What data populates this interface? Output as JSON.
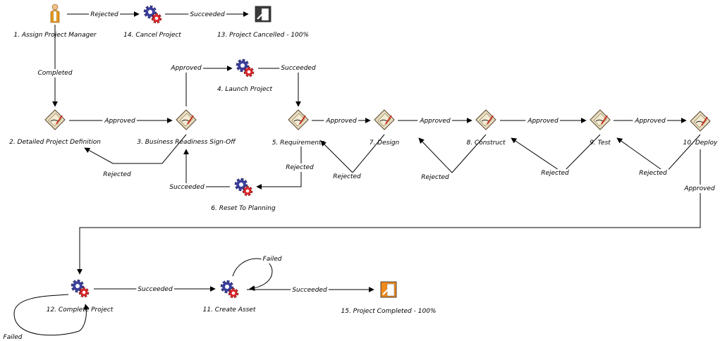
{
  "nodes": [
    {
      "id": "n1",
      "label": "1. Assign Project Manager",
      "icon": "user-icon"
    },
    {
      "id": "n14",
      "label": "14. Cancel Project",
      "icon": "gears-icon"
    },
    {
      "id": "n13",
      "label": "13. Project Cancelled - 100%",
      "icon": "exit-icon"
    },
    {
      "id": "n2",
      "label": "2. Detailed Project Definition",
      "icon": "approval-form-icon"
    },
    {
      "id": "n3",
      "label": "3. Business Readiness Sign-Off",
      "icon": "approval-form-icon"
    },
    {
      "id": "n4",
      "label": "4. Launch Project",
      "icon": "gears-icon"
    },
    {
      "id": "n5",
      "label": "5. Requirements",
      "icon": "approval-form-icon"
    },
    {
      "id": "n6",
      "label": "6. Reset To Planning",
      "icon": "gears-icon"
    },
    {
      "id": "n7",
      "label": "7. Design",
      "icon": "approval-form-icon"
    },
    {
      "id": "n8",
      "label": "8. Construct",
      "icon": "approval-form-icon"
    },
    {
      "id": "n9",
      "label": "9. Test",
      "icon": "approval-form-icon"
    },
    {
      "id": "n10",
      "label": "10. Deploy",
      "icon": "approval-form-icon"
    },
    {
      "id": "n12",
      "label": "12. Complete Project",
      "icon": "gears-icon"
    },
    {
      "id": "n11",
      "label": "11. Create Asset",
      "icon": "gears-icon"
    },
    {
      "id": "n15",
      "label": "15. Project Completed - 100%",
      "icon": "exit-icon"
    }
  ],
  "edges": [
    {
      "id": "e1",
      "from": "n1",
      "to": "n14",
      "label": "Rejected"
    },
    {
      "id": "e2",
      "from": "n14",
      "to": "n13",
      "label": "Succeeded"
    },
    {
      "id": "e3",
      "from": "n1",
      "to": "n2",
      "label": "Completed"
    },
    {
      "id": "e4",
      "from": "n2",
      "to": "n3",
      "label": "Approved"
    },
    {
      "id": "e5",
      "from": "n3",
      "to": "n2",
      "label": "Rejected"
    },
    {
      "id": "e6",
      "from": "n3",
      "to": "n4",
      "label": "Approved"
    },
    {
      "id": "e7",
      "from": "n4",
      "to": "n5",
      "label": "Succeeded"
    },
    {
      "id": "e8",
      "from": "n5",
      "to": "n6",
      "label": "Rejected"
    },
    {
      "id": "e9",
      "from": "n6",
      "to": "n3",
      "label": "Succeeded"
    },
    {
      "id": "e10",
      "from": "n5",
      "to": "n7",
      "label": "Approved"
    },
    {
      "id": "e11",
      "from": "n7",
      "to": "n5",
      "label": "Rejected"
    },
    {
      "id": "e12",
      "from": "n7",
      "to": "n8",
      "label": "Approved"
    },
    {
      "id": "e13",
      "from": "n8",
      "to": "n7",
      "label": "Rejected"
    },
    {
      "id": "e14",
      "from": "n8",
      "to": "n9",
      "label": "Approved"
    },
    {
      "id": "e15",
      "from": "n9",
      "to": "n8",
      "label": "Rejected"
    },
    {
      "id": "e16",
      "from": "n9",
      "to": "n10",
      "label": "Approved"
    },
    {
      "id": "e17",
      "from": "n10",
      "to": "n9",
      "label": "Rejected"
    },
    {
      "id": "e18",
      "from": "n10",
      "to": "n12",
      "label": "Approved"
    },
    {
      "id": "e19",
      "from": "n12",
      "to": "n12",
      "label": "Failed"
    },
    {
      "id": "e20",
      "from": "n12",
      "to": "n11",
      "label": "Succeeded"
    },
    {
      "id": "e21",
      "from": "n11",
      "to": "n11",
      "label": "Failed"
    },
    {
      "id": "e22",
      "from": "n11",
      "to": "n15",
      "label": "Succeeded"
    }
  ],
  "colors": {
    "gear_blue": "#3b3f9e",
    "gear_red": "#e0262b",
    "user_body": "#e89a1a",
    "form_paper": "#f3ead2",
    "exit_dark": "#3a3a3a",
    "exit_orange": "#f08a1c"
  }
}
